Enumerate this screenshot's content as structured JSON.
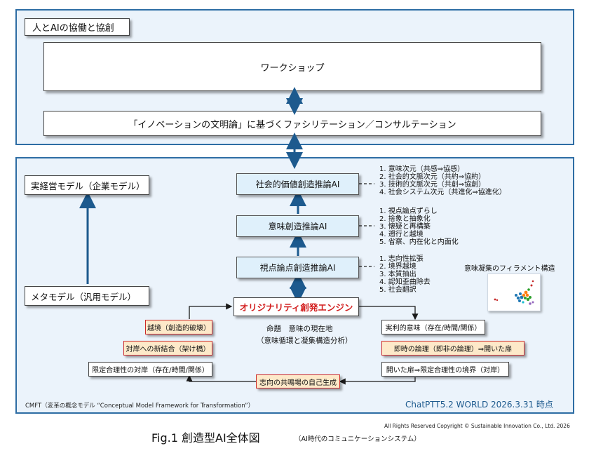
{
  "top_panel": {
    "title": "人とAIの協働と協創",
    "workshop": "ワークショップ",
    "facilitation": "「イノベーションの文明論」に基づくファシリテーション／コンサルテーション"
  },
  "left": {
    "real_model": "実経営モデル（企業モデル）",
    "meta_model": "メタモデル（汎用モデル）"
  },
  "engines": {
    "social_value": "社会的価値創造推論AI",
    "meaning": "意味創造推論AI",
    "viewpoint": "視点論点創造推論AI",
    "originality": "オリジナリティ創発エンジン"
  },
  "lists": {
    "social_value": [
      "1. 意味次元（共感⇒協感）",
      "2. 社会的文脈次元（共約⇒協約）",
      "3. 技術的文脈次元（共創⇒協創）",
      "4. 社会システム次元（共進化⇒協進化）"
    ],
    "meaning": [
      "1. 視点論点ずらし",
      "2. 捨象と抽象化",
      "3. 懐疑と再構築",
      "4. 遡行と越境",
      "5. 省察、内在化と内面化"
    ],
    "viewpoint": [
      "1. 志向性拡張",
      "2. 境界越境",
      "3. 本質抽出",
      "4. 認知歪曲除去",
      "5. 社会翻訳"
    ]
  },
  "filament": {
    "title": "意味凝集のフィラメント構造"
  },
  "center": {
    "line1": "命題　意味の現在地",
    "line2": "（意味循環と凝集構造分析）"
  },
  "left_loop": {
    "item1": "越境（創造的破壊）",
    "item2": "対岸への新結合（架け橋）",
    "item3": "限定合理性の対岸（存在/時間/関係）"
  },
  "right_loop": {
    "item1": "実利的意味（存在/時間/関係）",
    "item2": "即時の論理（即非の論理）⇒開いた扉",
    "item3": "開いた扉⇒限定合理性の境界（対岸）"
  },
  "bottom_center": "志向の共鳴場の自己生成",
  "footer": {
    "cmft": "CMFT（変革の概念モデル “Conceptual Model Framework for Transformation”）",
    "version": "ChatPTT5.2 WORLD 2026.3.31 時点",
    "copyright": "All Rights Reserved Copyright ©  Sustainable Innovation Co., Ltd.  2026",
    "fig_title": "Fig.1 創造型AI全体図",
    "fig_subtitle": "（AI時代のコミュニケーションシステム）"
  },
  "colors": {
    "panel_border": "#2e6da4",
    "panel_fill": "#ebf3fb",
    "arrow": "#1d5a8e",
    "engine_fill": "#dff0fb",
    "red": "#d21d1d",
    "orange_fill": "#fde9c9"
  }
}
